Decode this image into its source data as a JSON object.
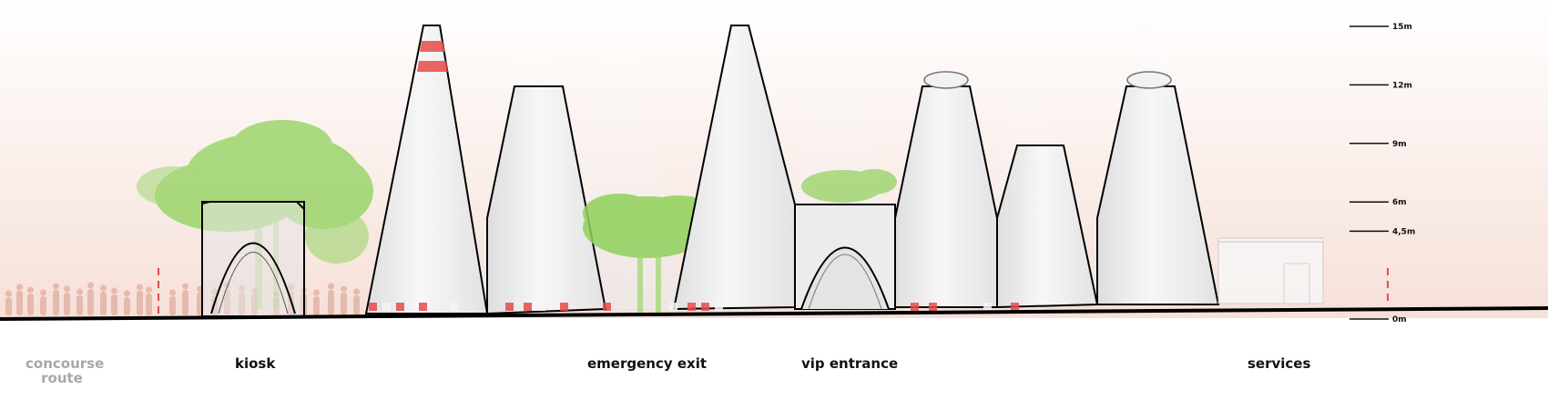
{
  "scale": {
    "unit": "m",
    "marks": [
      {
        "label": "15m",
        "value": 15
      },
      {
        "label": "12m",
        "value": 12
      },
      {
        "label": "9m",
        "value": 9
      },
      {
        "label": "6m",
        "value": 6
      },
      {
        "label": "4,5m",
        "value": 4.5
      },
      {
        "label": "0m",
        "value": 0
      }
    ]
  },
  "labels": {
    "concourse_line1": "concourse",
    "concourse_line2": "route",
    "kiosk": "kiosk",
    "emergency_exit": "emergency exit",
    "vip_entrance": "vip entrance",
    "services": "services"
  },
  "colors": {
    "sky_tint": "#f6e3dc",
    "foliage": "#8fd15a",
    "people": "#e3b3a4",
    "accent_red": "#e84a4a",
    "ground": "#000000",
    "cone_fill": "#ededed"
  }
}
